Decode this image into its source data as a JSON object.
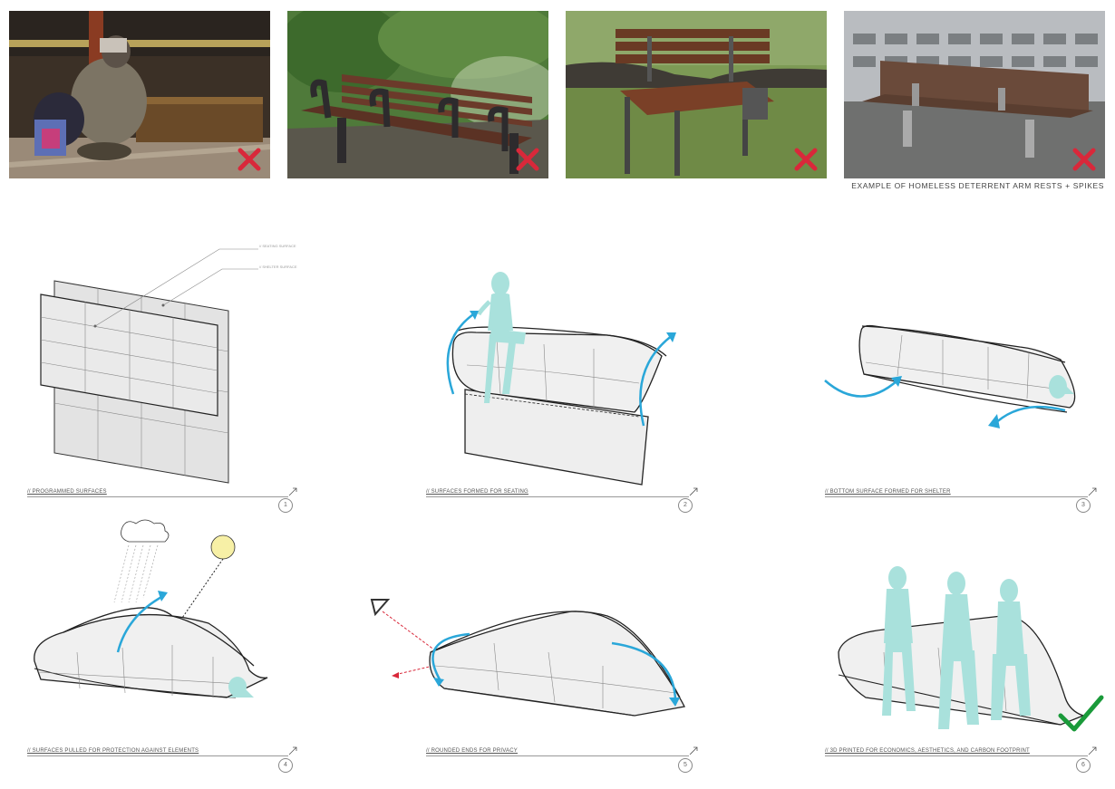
{
  "photos": {
    "caption": "EXAMPLE OF HOMELESS DETERRENT ARM RESTS + SPIKES",
    "items": [
      {
        "name": "subway-bench-photo",
        "reject": true
      },
      {
        "name": "park-bench-armrests-photo",
        "reject": true
      },
      {
        "name": "lawn-bench-photo",
        "reject": true
      },
      {
        "name": "station-bench-photo",
        "reject": true
      }
    ]
  },
  "panels": [
    {
      "caption": "// PROGRAMMED SURFACES",
      "number": "1",
      "labels": [
        "// SEATING SURFACE",
        "// SHELTER SURFACE"
      ]
    },
    {
      "caption": "// SURFACES FORMED FOR SEATING",
      "number": "2"
    },
    {
      "caption": "// BOTTOM SURFACE FORMED FOR SHELTER",
      "number": "3"
    },
    {
      "caption": "// SURFACES PULLED FOR PROTECTION AGAINST ELEMENTS",
      "number": "4"
    },
    {
      "caption": "// ROUNDED ENDS FOR PRIVACY",
      "number": "5"
    },
    {
      "caption": "// 3D PRINTED FOR ECONOMICS, AESTHETICS, AND CARBON FOOTPRINT",
      "number": "6"
    }
  ],
  "colors": {
    "arrow": "#2aa7d9",
    "figure": "#a9e1dc",
    "reject": "#d9283a",
    "accept": "#1a9a3a",
    "sun": "#f7f0a6"
  }
}
